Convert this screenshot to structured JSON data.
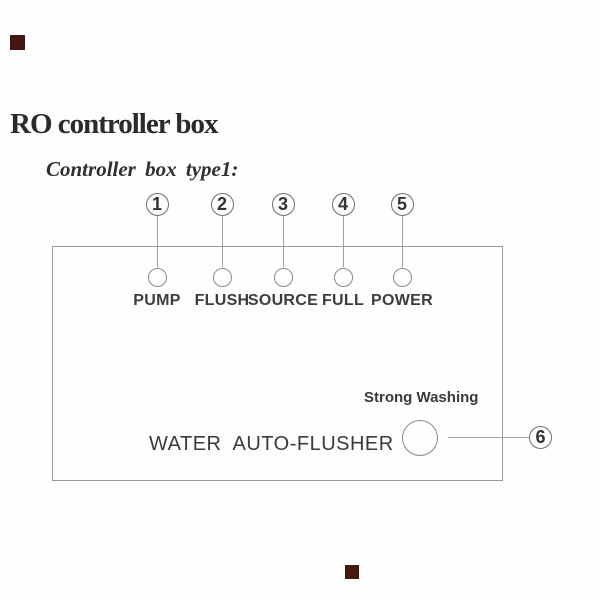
{
  "page": {
    "title": "RO controller box",
    "subtitle": "Controller box type1:"
  },
  "panel": {
    "name_text": "WATER  AUTO-FLUSHER",
    "indicators": [
      {
        "num": "1",
        "label": "PUMP"
      },
      {
        "num": "2",
        "label": "FLUSH"
      },
      {
        "num": "3",
        "label": "SOURCE"
      },
      {
        "num": "4",
        "label": "FULL"
      },
      {
        "num": "5",
        "label": "POWER"
      }
    ],
    "strong_washing": {
      "num": "6",
      "label": "Strong Washing"
    }
  },
  "colors": {
    "line_gray": "#9a9a9a",
    "text_dark": "#3a3a3a",
    "artifact_maroon": "#451712"
  }
}
